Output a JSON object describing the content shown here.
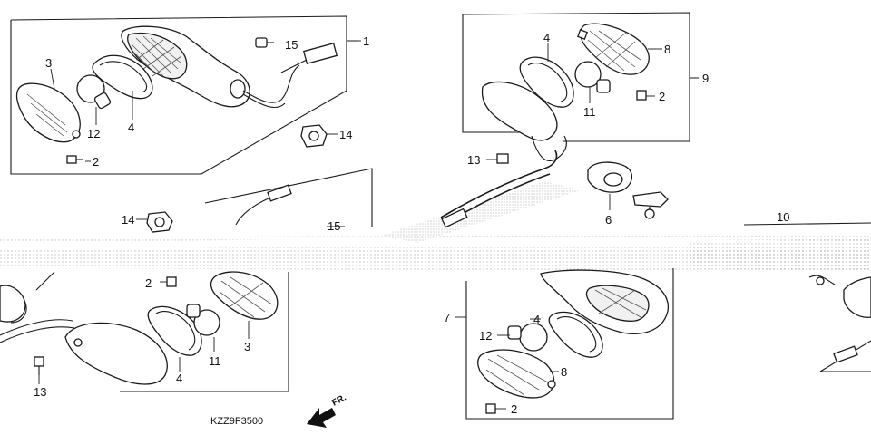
{
  "diagram": {
    "callouts": {
      "c1": "1",
      "c15a": "15",
      "c3a": "3",
      "c12a": "12",
      "c4a": "4",
      "c2a": "2",
      "c14a": "14",
      "c4b": "4",
      "c8a": "8",
      "c9": "9",
      "c2b": "2",
      "c11a": "11",
      "c13a": "13",
      "c6": "6",
      "c14b": "14",
      "c15b": "15",
      "c10": "10",
      "c2c": "2",
      "c3b": "3",
      "c4c": "4",
      "c11b": "11",
      "c13b": "13",
      "c7": "7",
      "c4d": "4",
      "c12b": "12",
      "c8b": "8",
      "c2d": "2"
    },
    "part_code": "KZZ9F3500",
    "direction_label": "FR."
  }
}
